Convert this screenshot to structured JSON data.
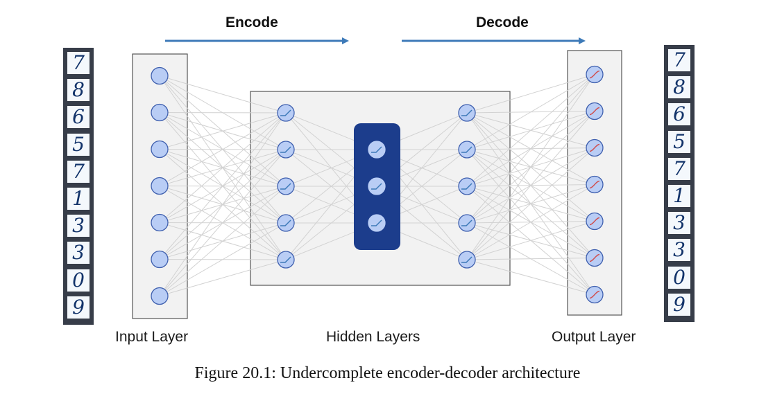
{
  "header": {
    "encode_label": "Encode",
    "decode_label": "Decode"
  },
  "layers": {
    "input_label": "Input Layer",
    "hidden_label": "Hidden Layers",
    "output_label": "Output Layer"
  },
  "caption": "Figure 20.1: Undercomplete encoder-decoder architecture",
  "input_digits": [
    "7",
    "8",
    "6",
    "5",
    "7",
    "1",
    "3",
    "3",
    "0",
    "9"
  ],
  "output_digits": [
    "7",
    "8",
    "6",
    "5",
    "7",
    "1",
    "3",
    "3",
    "0",
    "9"
  ],
  "network": {
    "layer_sizes": [
      7,
      5,
      3,
      5,
      7
    ],
    "activations": [
      "none",
      "relu",
      "relu",
      "relu",
      "sigmoid"
    ]
  },
  "colors": {
    "arrow": "#3d7ab8",
    "node_fill": "#b9cdf5",
    "node_stroke": "#3e5fae",
    "latent_box": "#1c3d8c",
    "layer_box_fill": "#f2f2f2",
    "layer_box_stroke": "#555555",
    "edge": "#d2d2d2",
    "relu_line": "#3d7ab8",
    "sigmoid_line": "#d05050",
    "digit_bg": "#373d49"
  }
}
